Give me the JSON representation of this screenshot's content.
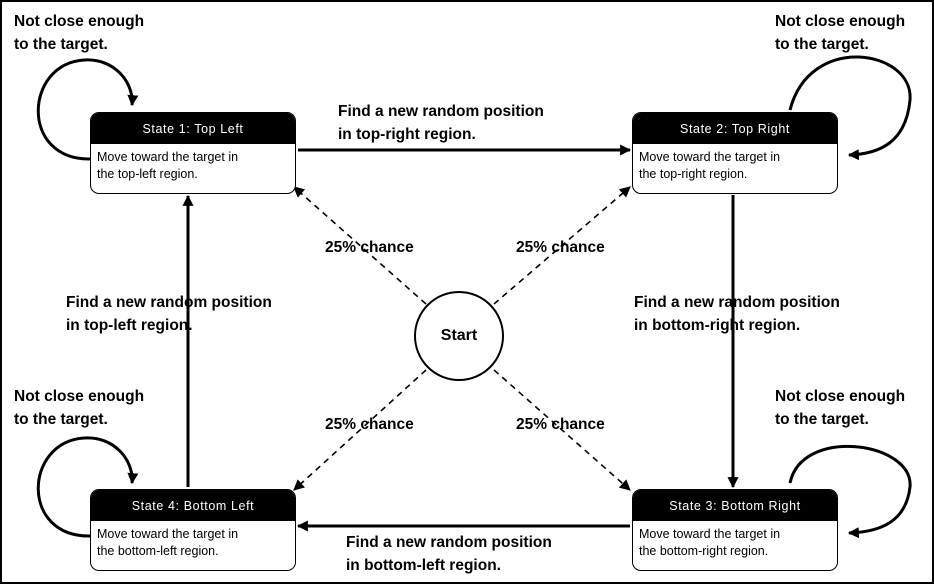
{
  "start": {
    "label": "Start"
  },
  "states": [
    {
      "id": "state-1",
      "title": "State 1: Top Left",
      "body": [
        "Move toward the target in",
        "the top-left region."
      ]
    },
    {
      "id": "state-2",
      "title": "State 2: Top Right",
      "body": [
        "Move toward the target in",
        "the top-right region."
      ]
    },
    {
      "id": "state-3",
      "title": "State 3: Bottom Right",
      "body": [
        "Move toward the target in",
        "the bottom-right region."
      ]
    },
    {
      "id": "state-4",
      "title": "State 4: Bottom Left",
      "body": [
        "Move toward the target in",
        "the bottom-left region."
      ]
    }
  ],
  "self_loop_label": [
    "Not close enough",
    "to the target."
  ],
  "transitions": {
    "to_top_right": [
      "Find a new random position",
      "in top-right region."
    ],
    "to_bottom_right": [
      "Find a new random position",
      "in bottom-right region."
    ],
    "to_bottom_left": [
      "Find a new random position",
      "in bottom-left region."
    ],
    "to_top_left": [
      "Find a new random position",
      "in top-left region."
    ]
  },
  "start_chance_label": "25% chance"
}
